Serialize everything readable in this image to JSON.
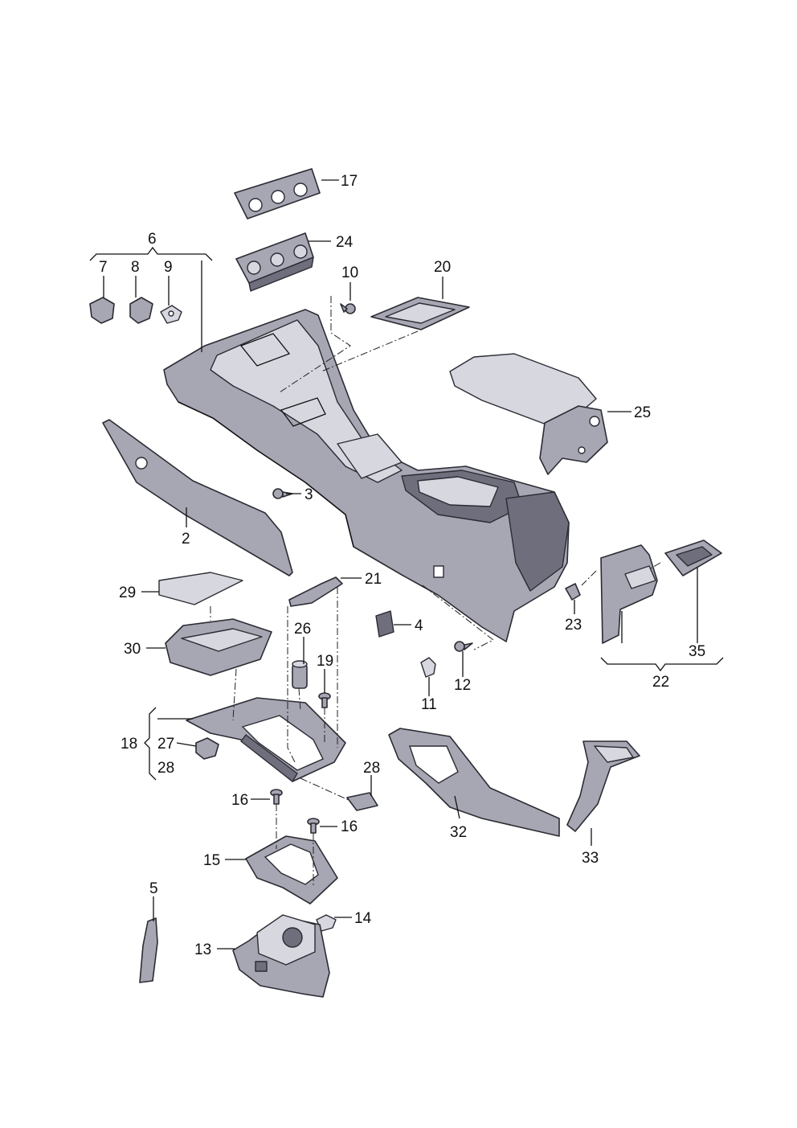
{
  "callouts": {
    "c2": "2",
    "c3": "3",
    "c4": "4",
    "c5": "5",
    "c6": "6",
    "c7": "7",
    "c8": "8",
    "c9": "9",
    "c10": "10",
    "c11": "11",
    "c12": "12",
    "c13": "13",
    "c14": "14",
    "c15": "15",
    "c16a": "16",
    "c16b": "16",
    "c17": "17",
    "c18": "18",
    "c19": "19",
    "c20": "20",
    "c21": "21",
    "c22": "22",
    "c23": "23",
    "c24": "24",
    "c25": "25",
    "c26": "26",
    "c27": "27",
    "c28a": "28",
    "c28b": "28",
    "c29": "29",
    "c30": "30",
    "c32": "32",
    "c33": "33",
    "c35": "35"
  },
  "colors": {
    "part_fill": "#a7a7b4",
    "part_light": "#d7d7e0",
    "outline": "#2b2b33"
  }
}
